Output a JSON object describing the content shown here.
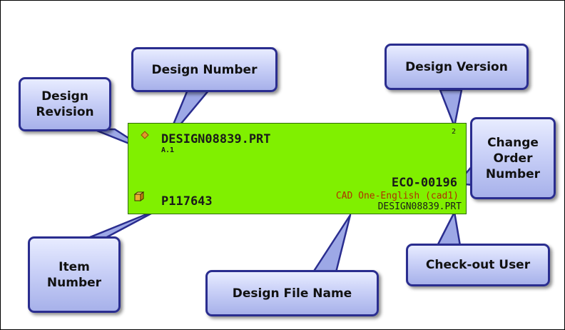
{
  "card": {
    "design_number": "DESIGN08839.PRT",
    "design_revision": "A.1",
    "design_version": "2",
    "change_order_number": "ECO-00196",
    "checkout_user": "CAD One-English (cad1)",
    "design_file_name": "DESIGN08839.PRT",
    "item_number": "P117643",
    "status_icon": "diamond-icon",
    "item_icon": "cube-icon",
    "background_color": "#80f000"
  },
  "callouts": {
    "design_revision": "Design\nRevision",
    "design_number": "Design Number",
    "design_version": "Design Version",
    "change_order_number": "Change\nOrder\nNumber",
    "item_number": "Item\nNumber",
    "design_file_name": "Design File Name",
    "checkout_user": "Check-out User"
  },
  "colors": {
    "callout_fill": "#c9d0f7",
    "callout_border": "#2a2d8f",
    "checkout_user_text": "#b03000",
    "card_text": "#1a1a1a"
  }
}
